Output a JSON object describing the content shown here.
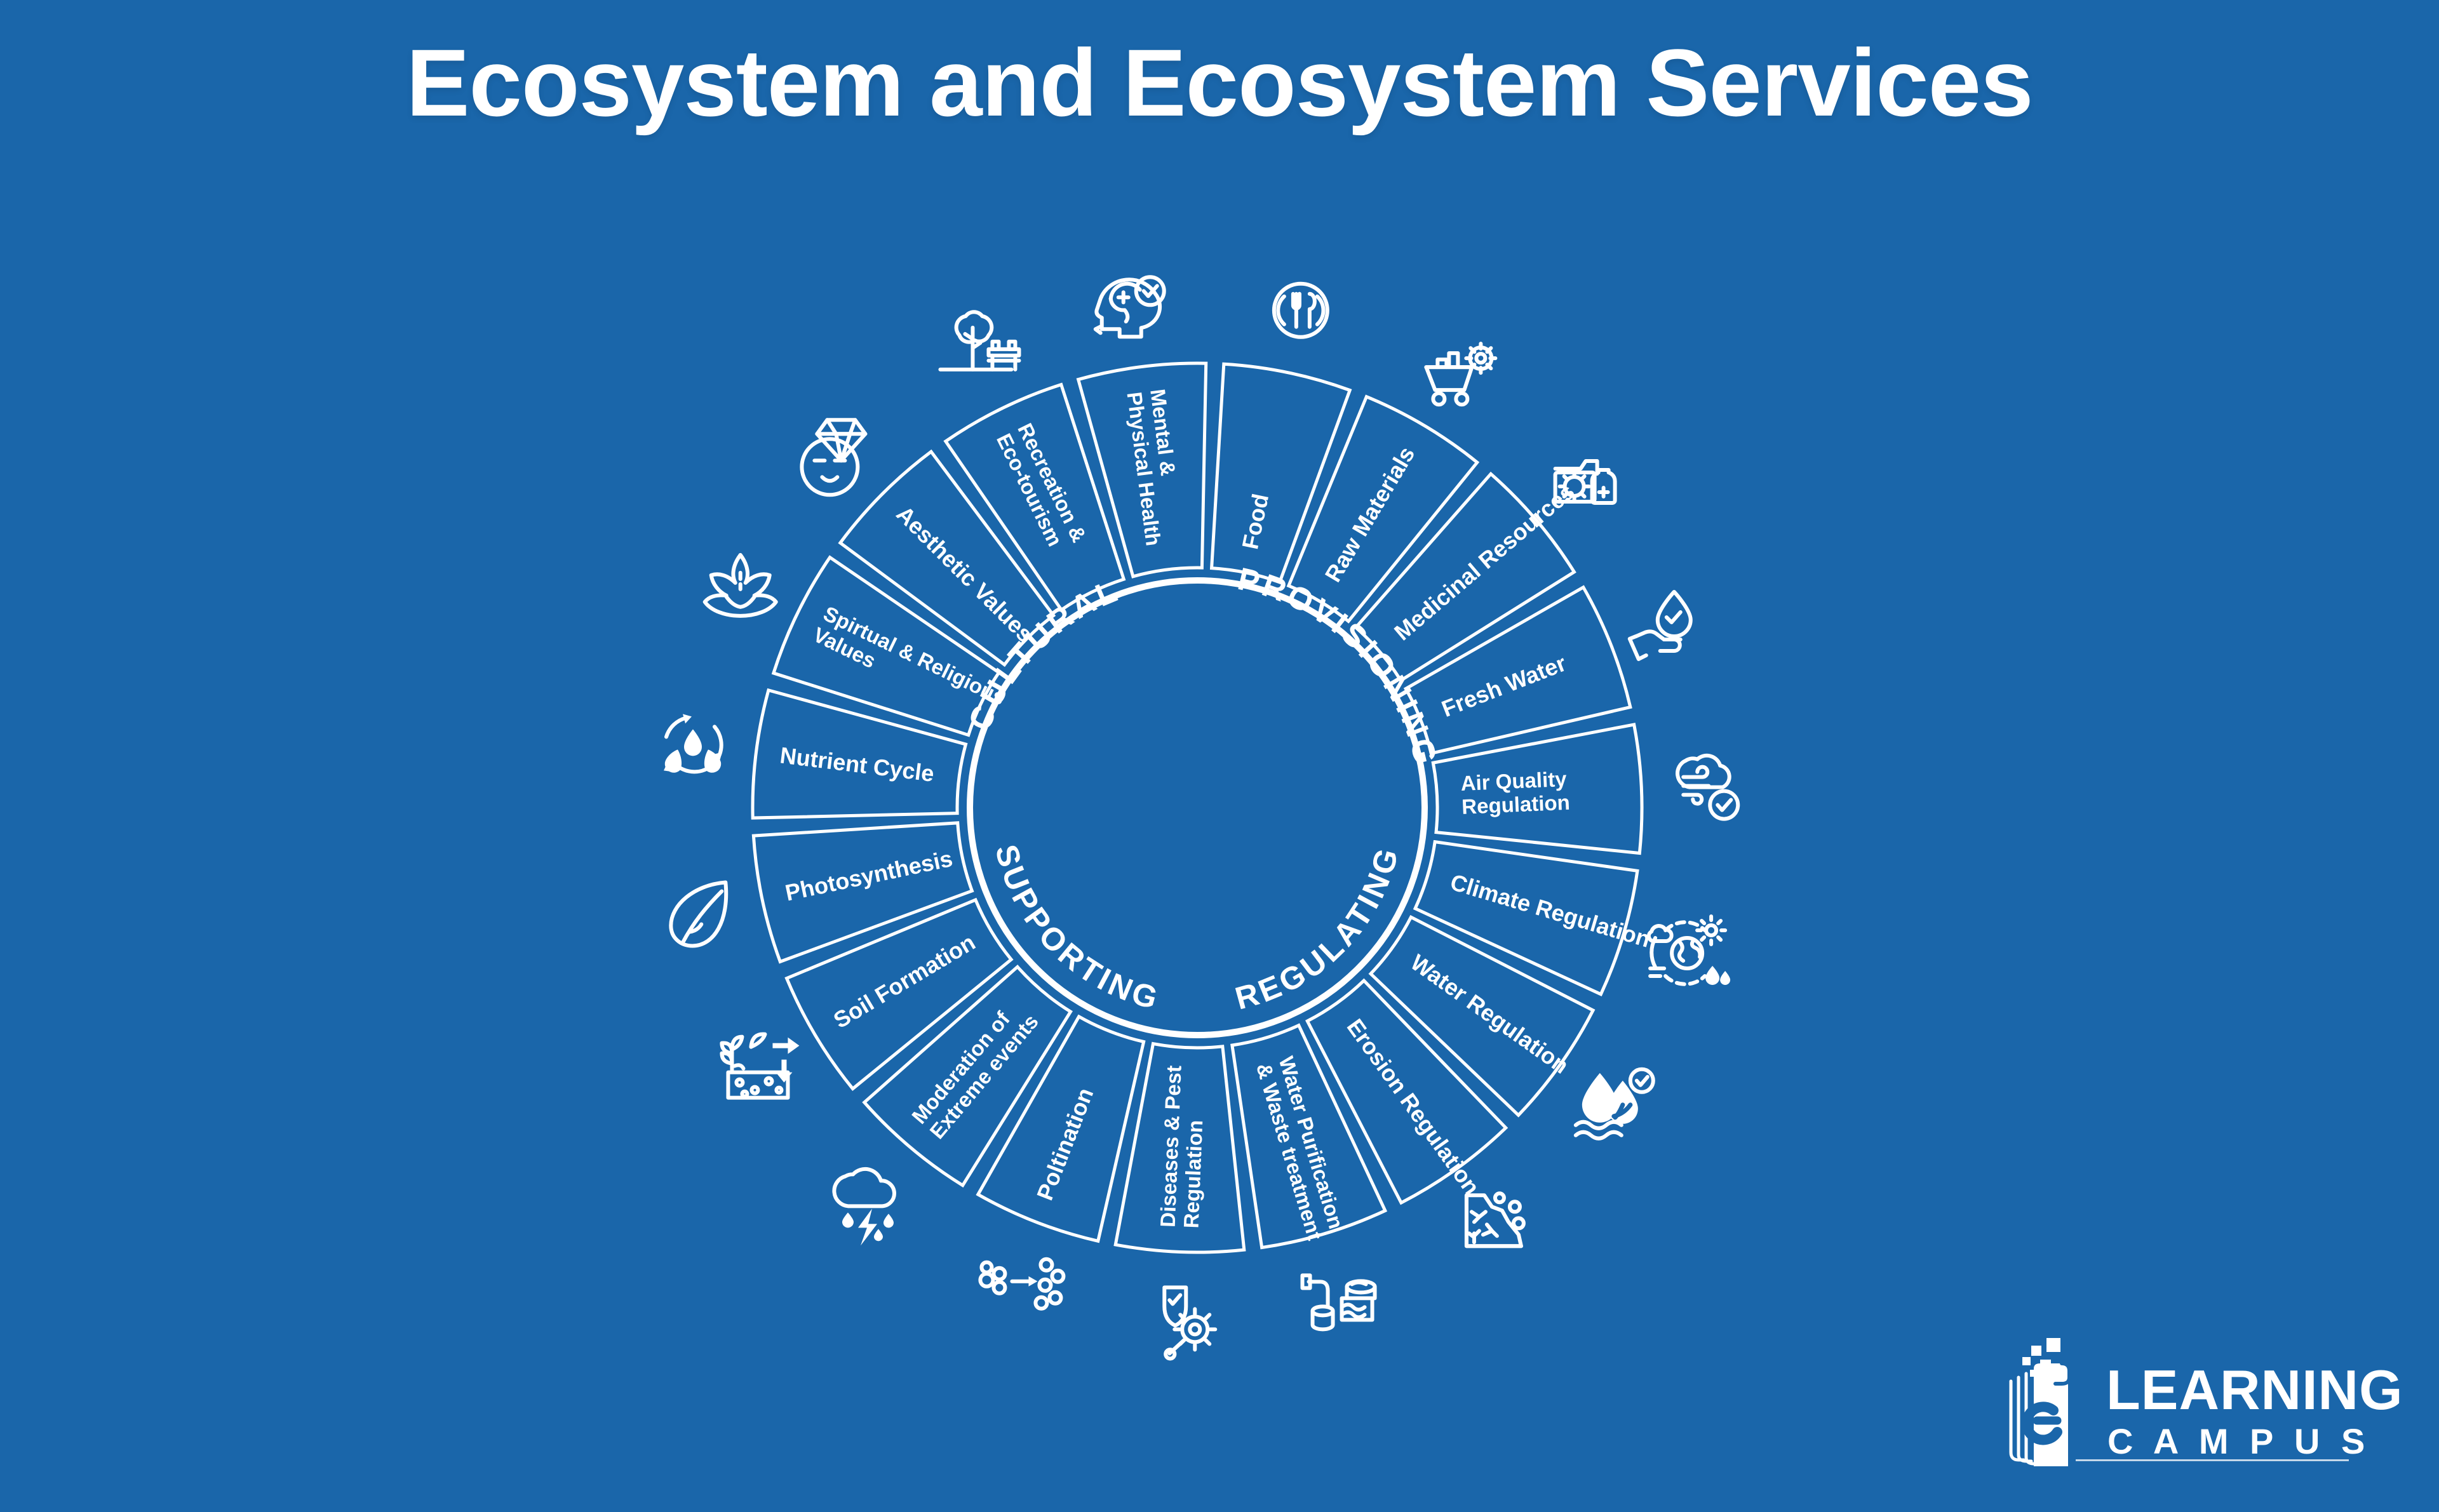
{
  "page": {
    "title": "Ecosystem and Ecosystem Services",
    "background_color": "#1a66aa",
    "line_color": "#ffffff"
  },
  "logo": {
    "word_mark_e": "e",
    "word_mark_line1": "LEARNING",
    "word_mark_line2": "C A M P U S"
  },
  "wheel": {
    "categories": [
      {
        "label": "PROVISIONING",
        "start_deg": -90,
        "end_deg": 0
      },
      {
        "label": "REGULATING",
        "start_deg": 0,
        "end_deg": 90
      },
      {
        "label": "SUPPORTING",
        "start_deg": 90,
        "end_deg": 180
      },
      {
        "label": "CULTURAL",
        "start_deg": 180,
        "end_deg": 270
      }
    ],
    "segments": [
      {
        "label": "Food",
        "category": "PROVISIONING",
        "icon": "plate-cutlery-icon"
      },
      {
        "label": "Raw Materials",
        "category": "PROVISIONING",
        "icon": "mining-cart-gear-icon"
      },
      {
        "label": "Medicinal Resources",
        "category": "PROVISIONING",
        "icon": "medicine-box-icon"
      },
      {
        "label": "Fresh Water",
        "category": "PROVISIONING",
        "icon": "hand-water-drop-icon"
      },
      {
        "label": "Air Quality\nRegulation",
        "category": "REGULATING",
        "icon": "clean-air-check-icon"
      },
      {
        "label": "Climate Regulation",
        "category": "REGULATING",
        "icon": "globe-climate-icon"
      },
      {
        "label": "Water Regulation",
        "category": "REGULATING",
        "icon": "water-drop-leaf-icon"
      },
      {
        "label": "Erosion Regulation",
        "category": "REGULATING",
        "icon": "landslide-icon"
      },
      {
        "label": "Water Purification\n& Waste treatment",
        "category": "REGULATING",
        "icon": "water-treatment-plant-icon"
      },
      {
        "label": "Diseases & Pest\nRegulation",
        "category": "REGULATING",
        "icon": "shield-virus-icon"
      },
      {
        "label": "Poltination",
        "category": "SUPPORTING",
        "icon": "pollen-transfer-icon"
      },
      {
        "label": "Moderation of\nExtreme events",
        "category": "SUPPORTING",
        "icon": "storm-cloud-icon"
      },
      {
        "label": "Soil Formation",
        "category": "SUPPORTING",
        "icon": "soil-seedling-icon"
      },
      {
        "label": "Photosynthesis",
        "category": "SUPPORTING",
        "icon": "leaf-icon"
      },
      {
        "label": "Nutrient Cycle",
        "category": "SUPPORTING",
        "icon": "nutrient-cycle-icon"
      },
      {
        "label": "Spirtual & Religious\nValues",
        "category": "CULTURAL",
        "icon": "lotus-icon"
      },
      {
        "label": "Aesthetic Values",
        "category": "CULTURAL",
        "icon": "diamond-face-icon"
      },
      {
        "label": "Recreation &\nEco-tourism",
        "category": "CULTURAL",
        "icon": "tree-bench-icon"
      },
      {
        "label": "Mental &\nPhysical Health",
        "category": "CULTURAL",
        "icon": "head-health-icon"
      }
    ]
  },
  "chart_data": {
    "type": "pie",
    "title": "Ecosystem and Ecosystem Services",
    "categories": [
      "PROVISIONING",
      "REGULATING",
      "SUPPORTING",
      "CULTURAL"
    ],
    "values": [
      4,
      6,
      5,
      4
    ],
    "labels": [
      "Food",
      "Raw Materials",
      "Medicinal Resources",
      "Fresh Water",
      "Air Quality Regulation",
      "Climate Regulation",
      "Water Regulation",
      "Erosion Regulation",
      "Water Purification & Waste treatment",
      "Diseases & Pest Regulation",
      "Poltination",
      "Moderation of Extreme events",
      "Soil Formation",
      "Photosynthesis",
      "Nutrient Cycle",
      "Spirtual & Religious Values",
      "Aesthetic Values",
      "Recreation & Eco-tourism",
      "Mental & Physical Health"
    ],
    "legend": "none",
    "grid": false
  }
}
